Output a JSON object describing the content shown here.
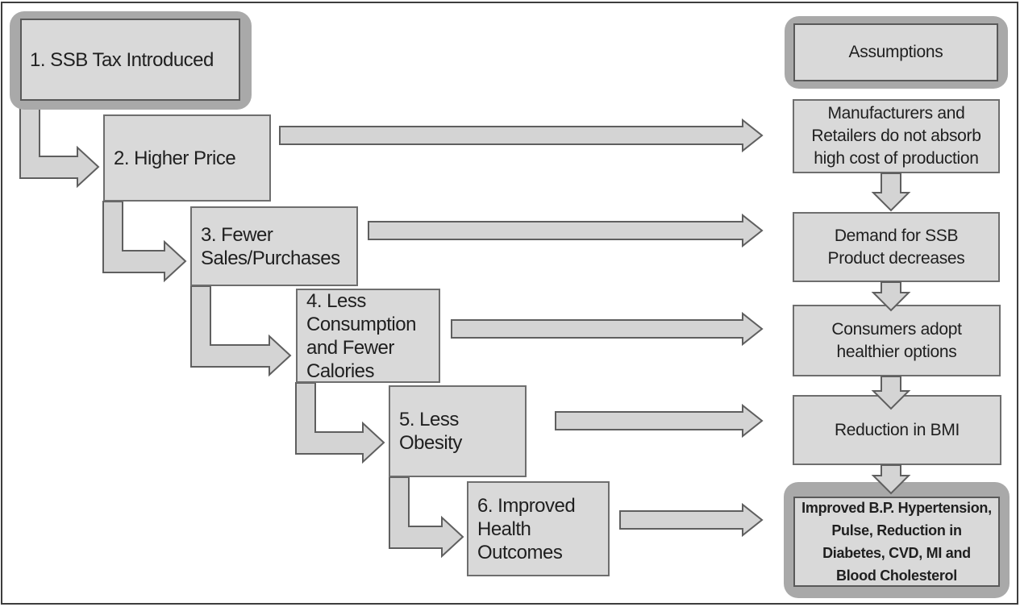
{
  "figure": {
    "title_hint": "SSB tax logic model flowchart",
    "left_flow": [
      {
        "label": "1. SSB Tax Introduced"
      },
      {
        "label": "2. Higher Price"
      },
      {
        "label": "3. Fewer\nSales/Purchases"
      },
      {
        "label": "4. Less\nConsumption\nand Fewer\nCalories"
      },
      {
        "label": "5. Less Obesity"
      },
      {
        "label": "6. Improved\nHealth\nOutcomes"
      }
    ],
    "right_flow": {
      "header": "Assumptions",
      "steps": [
        {
          "label": "Manufacturers and\nRetailers do not absorb\nhigh cost of production"
        },
        {
          "label": "Demand for SSB\nProduct decreases"
        },
        {
          "label": "Consumers adopt\nhealthier options"
        },
        {
          "label": "Reduction in BMI"
        },
        {
          "label": "Improved B.P. Hypertension,\nPulse, Reduction in\nDiabetes, CVD, MI and\nBlood Cholesterol"
        }
      ]
    },
    "colors": {
      "box_fill": "#d9d9d9",
      "box_border": "#6e6e6e",
      "halo_border": "#a9a9a9",
      "halo_inner_border": "#595959",
      "arrow_fill": "#d4d4d4",
      "arrow_outline": "#5f5f5f",
      "outer_frame": "#3d3d3d",
      "text": "#1f1f1f",
      "background": "#ffffff"
    }
  }
}
